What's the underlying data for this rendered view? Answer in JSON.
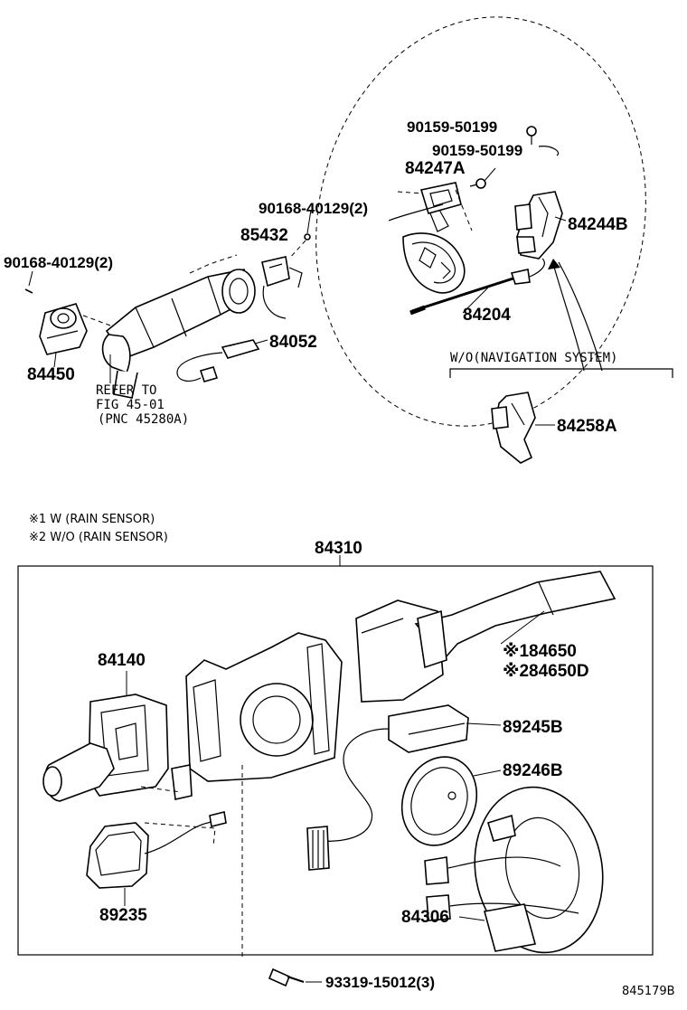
{
  "diagram": {
    "labels": {
      "p90159a": "90159-50199",
      "p90159b": "90159-50199",
      "p84247A": "84247A",
      "p90168a": "90168-40129(2)",
      "p85432": "85432",
      "p84244B": "84244B",
      "p90168b": "90168-40129(2)",
      "p84204": "84204",
      "p84052": "84052",
      "p84450": "84450",
      "refer1": "REFER TO",
      "refer2": "FIG 45-01",
      "refer3": "(PNC 45280A)",
      "navnote": "W/O(NAVIGATION SYSTEM)",
      "p84258A": "84258A",
      "rain1": "※1 W (RAIN SENSOR)",
      "rain2": "※2 W/O (RAIN SENSOR)",
      "p84310": "84310",
      "p84140": "84140",
      "p84650": "※184650",
      "p84650D": "※284650D",
      "p89245B": "89245B",
      "p89246B": "89246B",
      "p89235": "89235",
      "p84306": "84306",
      "p93319": "93319-15012(3)",
      "figno": "845179B"
    }
  }
}
